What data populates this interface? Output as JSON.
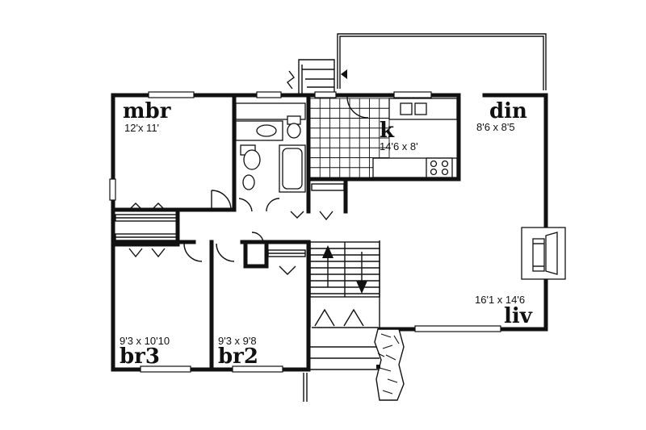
{
  "rooms": {
    "mbr": {
      "name": "mbr",
      "dims": "12'x 11'"
    },
    "kitchen": {
      "name": "k",
      "dims": "14'6 x 8'"
    },
    "dining": {
      "name": "din",
      "dims": "8'6 x 8'5"
    },
    "living": {
      "name": "liv",
      "dims": "16'1 x 14'6"
    },
    "br3": {
      "name": "br3",
      "dims": "9'3 x 10'10"
    },
    "br2": {
      "name": "br2",
      "dims": "9'3 x 9'8"
    }
  }
}
